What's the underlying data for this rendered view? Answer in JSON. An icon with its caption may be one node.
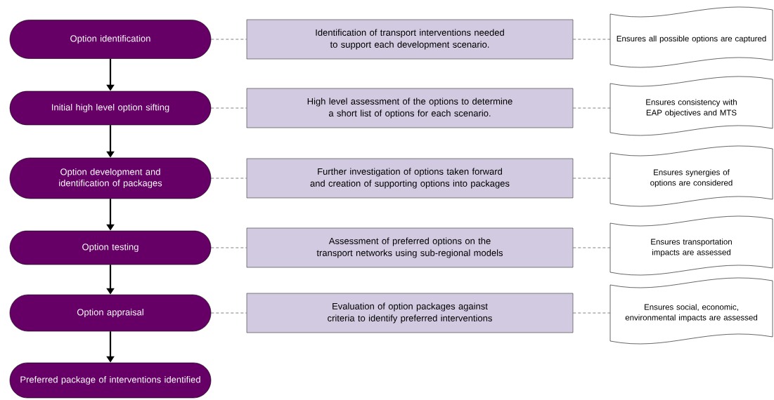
{
  "diagram": {
    "nodes": [
      {
        "text": [
          "Option identification"
        ]
      },
      {
        "text": [
          "Identification of transport interventions needed to support each development scenario."
        ]
      },
      {
        "text": [
          "Ensures all possible options are captured"
        ]
      },
      {
        "text": [
          "Initial high level option sifting"
        ]
      },
      {
        "text": [
          "High level assessment of the  options to determine a short list of options for each scenario."
        ]
      },
      {
        "text": [
          "Ensures consistency with EAP objectives and MTS"
        ]
      },
      {
        "text": [
          "Option development and identification of packages"
        ]
      },
      {
        "text": [
          "Further investigation of options taken forward and creation of supporting options into packages"
        ]
      },
      {
        "text": [
          "Ensures synergies of  options are considered"
        ]
      },
      {
        "text": [
          "Option testing"
        ]
      },
      {
        "text": [
          "Assessment of preferred options on the transport networks using sub-regional  models"
        ]
      },
      {
        "text": [
          "Ensures transportation impacts are assessed"
        ]
      },
      {
        "text": [
          "Option appraisal"
        ]
      },
      {
        "text": [
          "Evaluation of option packages against criteria to identify preferred interventions"
        ]
      },
      {
        "text": [
          "Ensures social, economic, environmental  impacts are assessed"
        ]
      },
      {
        "text": [
          "Preferred package of interventions identified"
        ]
      }
    ],
    "edges": [
      {
        "from": 0,
        "to": 3,
        "arrow": "to",
        "style": "thick"
      },
      {
        "from": 3,
        "to": 6,
        "arrow": "to",
        "style": "thick"
      },
      {
        "from": 6,
        "to": 9,
        "arrow": "to",
        "style": "thick"
      },
      {
        "from": 9,
        "to": 12,
        "arrow": "to",
        "style": "thick"
      },
      {
        "from": 12,
        "to": 15,
        "arrow": "to",
        "style": "thick"
      },
      {
        "from": 0,
        "to": 1,
        "arrow": "none",
        "style": "dashed"
      },
      {
        "from": 1,
        "to": 2,
        "arrow": "none",
        "style": "dashed"
      },
      {
        "from": 3,
        "to": 4,
        "arrow": "none",
        "style": "dashed"
      },
      {
        "from": 4,
        "to": 5,
        "arrow": "none",
        "style": "dashed"
      },
      {
        "from": 6,
        "to": 7,
        "arrow": "none",
        "style": "dashed"
      },
      {
        "from": 7,
        "to": 8,
        "arrow": "none",
        "style": "dashed"
      },
      {
        "from": 9,
        "to": 10,
        "arrow": "none",
        "style": "dashed"
      },
      {
        "from": 10,
        "to": 11,
        "arrow": "none",
        "style": "dashed"
      },
      {
        "from": 12,
        "to": 13,
        "arrow": "none",
        "style": "dashed"
      },
      {
        "from": 13,
        "to": 14,
        "arrow": "none",
        "style": "dashed"
      }
    ]
  }
}
